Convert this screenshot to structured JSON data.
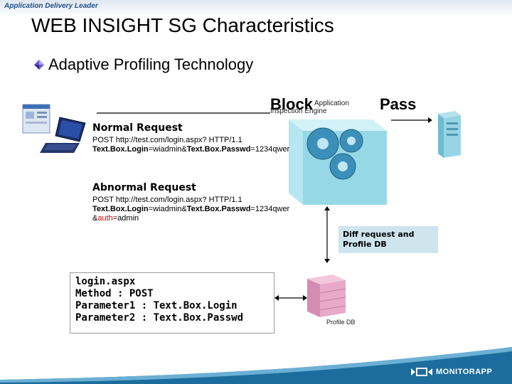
{
  "header": {
    "brand": "Application Delivery Leader"
  },
  "slide": {
    "title": "WEB INSIGHT SG Characteristics",
    "subtitle": "Adaptive Profiling Technology"
  },
  "diagram": {
    "block_label": "Block",
    "pass_label": "Pass",
    "engine_label_line1": "Application",
    "engine_label_line2": "Inspection Engine",
    "normal": {
      "heading": "Normal Request",
      "line1": "POST http://test.com/login.aspx? HTTP/1.1",
      "param1": "Text.Box.Login",
      "val1": "=wiadmin&",
      "param2": "Text.Box.Passwd",
      "val2": "=1234qwer"
    },
    "abnormal": {
      "heading": "Abnormal Request",
      "line1": "POST http://test.com/login.aspx? HTTP/1.1",
      "param1": "Text.Box.Login",
      "val1": "=wiadmin&",
      "param2": "Text.Box.Passwd",
      "val2": "=1234qwer",
      "amp": "&",
      "extra_param": "auth",
      "extra_val": "=admin"
    },
    "diff": {
      "line1": "Diff request and",
      "line2": "Profile DB"
    },
    "profile": {
      "line1": "login.aspx",
      "line2": "Method : POST",
      "line3": "Parameter1 : Text.Box.Login",
      "line4": "Parameter2 : Text.Box.Passwd"
    },
    "profile_db_label": "Profile DB"
  },
  "footer": {
    "logo_text": "MONITORAPP"
  },
  "colors": {
    "accent": "#1f4e8c",
    "diff_box": "#cfe5ee",
    "footer": "#1c6d9e",
    "highlight": "#d40000"
  }
}
